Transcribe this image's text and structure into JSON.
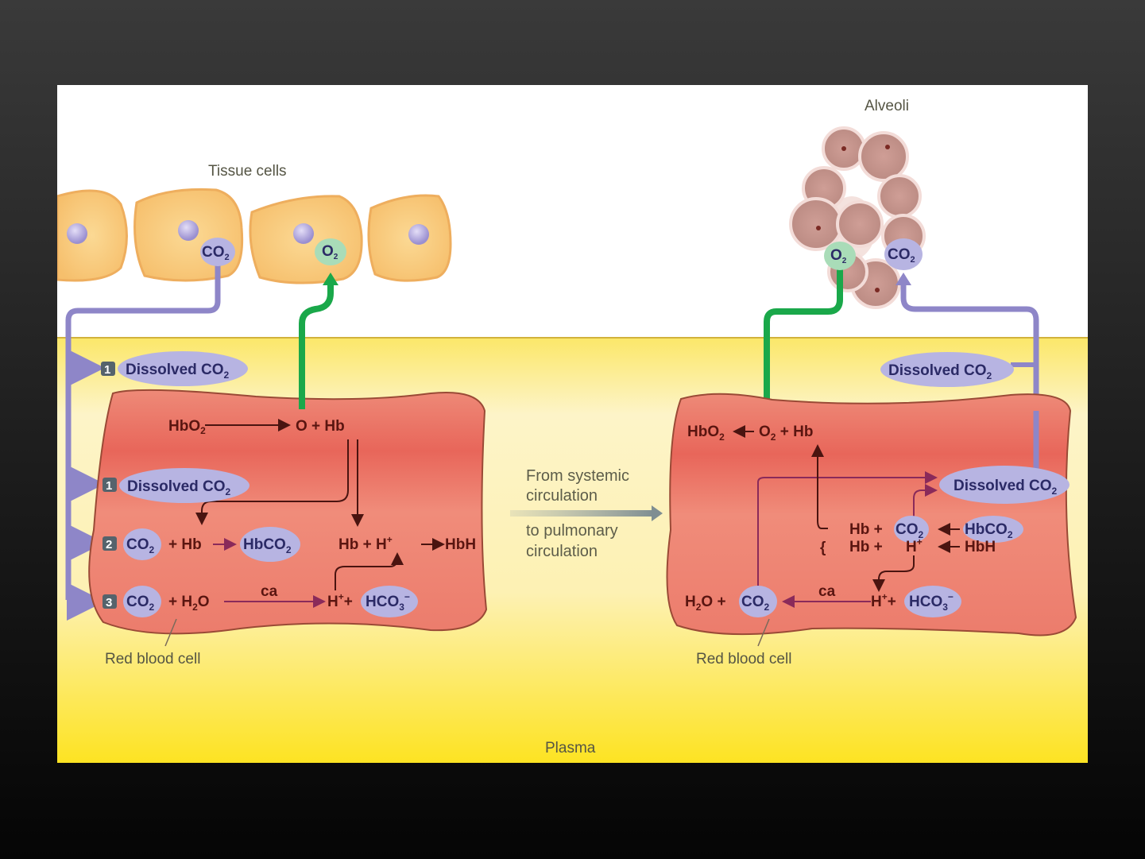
{
  "title_labels": {
    "tissue_cells": "Tissue cells",
    "alveoli": "Alveoli",
    "plasma": "Plasma"
  },
  "gases": {
    "co2": "CO",
    "o2": "O",
    "sub2": "2"
  },
  "transfer_arrow": {
    "line1": "From systemic",
    "line2": "circulation",
    "line3": "to pulmonary",
    "line4": "circulation"
  },
  "left_rbc": {
    "label": "Red blood cell",
    "step_numbers": [
      "1",
      "1",
      "2",
      "3"
    ],
    "dissolved": "Dissolved CO",
    "reaction_top": {
      "reactant": "HbO",
      "products": "O + Hb"
    },
    "reaction_2": {
      "co2": "CO",
      "plus_hb": "+ Hb",
      "product": "HbCO"
    },
    "reaction_hbh": {
      "text": "Hb + H",
      "product": "HbH"
    },
    "reaction_3": {
      "co2": "CO",
      "plus_h2o": "+ H",
      "h2o_tail": "O",
      "enzyme": "ca",
      "h_plus": "H",
      "plus": "+",
      "hco3": "HCO"
    }
  },
  "right_rbc": {
    "label": "Red blood cell",
    "dissolved_plasma": "Dissolved CO",
    "dissolved_cell": "Dissolved CO",
    "reaction_top": {
      "hbo2": "HbO",
      "o2": "O",
      "plus_hb": "+ Hb"
    },
    "reaction_hbco2": {
      "left": "Hb +",
      "co2": "CO",
      "right": "HbCO"
    },
    "reaction_hbh": {
      "left": "Hb +",
      "h": "H",
      "right": "HbH"
    },
    "reaction_3": {
      "h2o": "H",
      "h2o_tail": "O +",
      "co2": "CO",
      "enzyme": "ca",
      "h_plus": "H",
      "plus": "+",
      "hco3": "HCO"
    }
  },
  "colors": {
    "co2_bubble": "#b7b4e2",
    "o2_bubble": "#a9dcb8",
    "co2_path": "#8e86c8",
    "o2_path": "#1aa84a",
    "rbc": "#ec8070",
    "plasma_top": "#fdf3c4",
    "plasma_bottom": "#fde32c",
    "tissue_cell": "#f9cd80"
  }
}
